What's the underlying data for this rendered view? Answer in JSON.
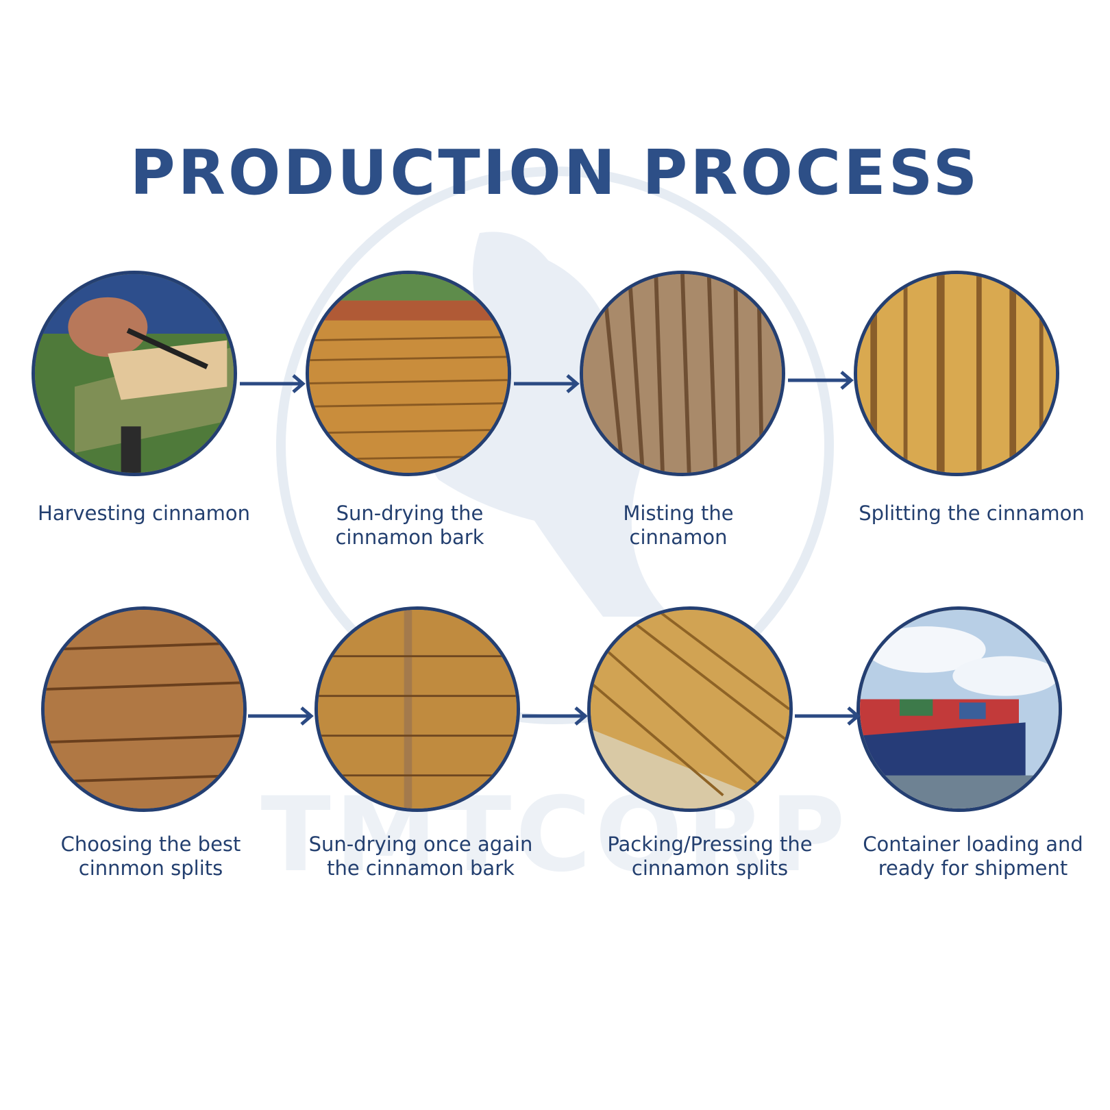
{
  "title": "PRODUCTION PROCESS",
  "colors": {
    "title": "#2d4f87",
    "label": "#233f6f",
    "ring": "#243f72",
    "arrow": "#2b4a83",
    "watermark": "#dde5ef"
  },
  "watermark": {
    "text": "TMTCORP",
    "icon": "horse-logo-icon"
  },
  "steps": [
    {
      "label": "Harvesting cinnamon",
      "icon": "harvesting-photo"
    },
    {
      "label": "Sun-drying the\ncinnamon bark",
      "icon": "sun-drying-photo"
    },
    {
      "label": "Misting the\ncinnamon",
      "icon": "misting-photo"
    },
    {
      "label": "Splitting the cinnamon",
      "icon": "splitting-photo"
    },
    {
      "label": "Choosing the best\ncinnmon splits",
      "icon": "choosing-splits-photo"
    },
    {
      "label": "Sun-drying once again\nthe cinnamon bark",
      "icon": "sun-drying-again-photo"
    },
    {
      "label": "Packing/Pressing the\ncinnamon splits",
      "icon": "packing-photo"
    },
    {
      "label": "Container loading and\nready for shipment",
      "icon": "container-ship-photo"
    }
  ]
}
